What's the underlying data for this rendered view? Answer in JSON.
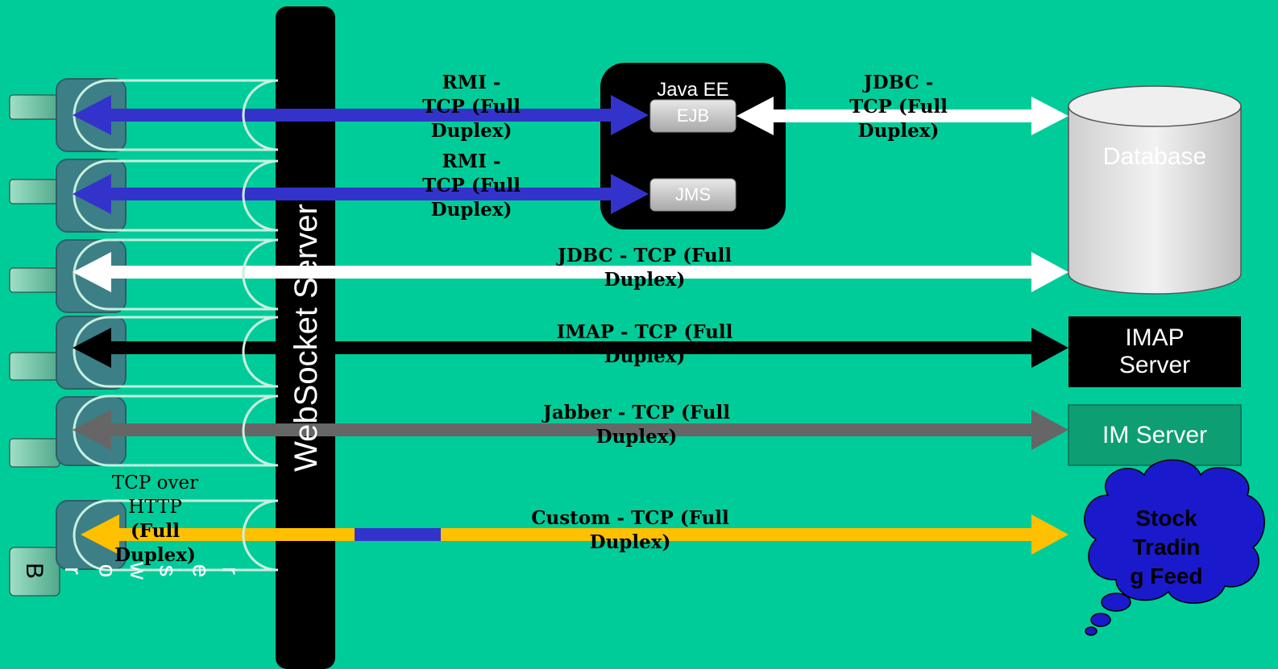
{
  "colors": {
    "background": "#00cc99",
    "rmi_arrow": "#3333cc",
    "jdbc_arrow": "#ffffff",
    "imap_arrow": "#000000",
    "jabber_arrow": "#666666",
    "custom_arrow": "#ffc000",
    "database": "#d9d9d9",
    "cloud": "#1a1acc"
  },
  "websocket_server": {
    "label": "WebSocket Server"
  },
  "browser": {
    "letters": [
      "B",
      "r",
      "o",
      "w",
      "s",
      "e",
      "r"
    ]
  },
  "java_ee": {
    "title": "Java EE",
    "ejb": "EJB",
    "jms": "JMS"
  },
  "connections": {
    "rmi1": [
      "RMI -",
      "TCP (Full",
      "Duplex)"
    ],
    "rmi2": [
      "RMI -",
      "TCP (Full",
      "Duplex)"
    ],
    "jdbc_top": [
      "JDBC -",
      "TCP (Full",
      "Duplex)"
    ],
    "jdbc": [
      "JDBC - TCP (Full",
      "Duplex)"
    ],
    "imap": [
      "IMAP - TCP (Full",
      "Duplex)"
    ],
    "jabber": [
      "Jabber - TCP (Full",
      "Duplex)"
    ],
    "custom": [
      "Custom - TCP (Full",
      "Duplex)"
    ],
    "tcp_http": [
      "TCP over",
      "HTTP",
      "(Full Duplex)"
    ]
  },
  "backends": {
    "database": "Database",
    "imap": [
      "IMAP",
      "Server"
    ],
    "im": "IM Server",
    "stock": [
      "Stock",
      "Tradin",
      "g Feed"
    ]
  }
}
